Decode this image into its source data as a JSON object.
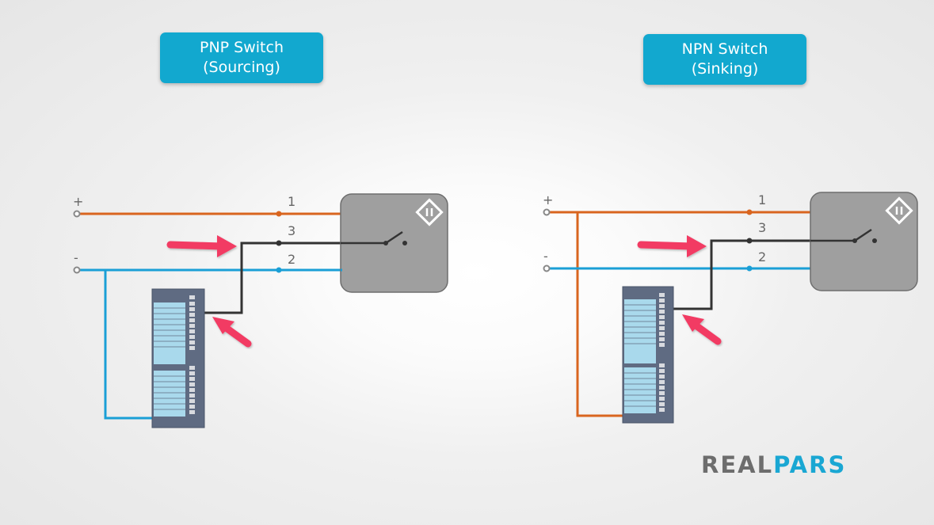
{
  "pnp": {
    "title_line1": "PNP Switch",
    "title_line2": "(Sourcing)",
    "plus_label": "+",
    "minus_label": "-",
    "wire1_label": "1",
    "wire3_label": "3",
    "wire2_label": "2"
  },
  "npn": {
    "title_line1": "NPN Switch",
    "title_line2": "(Sinking)",
    "plus_label": "+",
    "minus_label": "-",
    "wire1_label": "1",
    "wire3_label": "3",
    "wire2_label": "2"
  },
  "logo": {
    "real": "REAL",
    "pars": "PARS"
  },
  "colors": {
    "wire_positive": "#d9651f",
    "wire_negative": "#1a9fd6",
    "wire_signal": "#333333",
    "title_bg": "#12a8cf",
    "arrow": "#f23a63",
    "switch_body": "#9f9f9f",
    "module_body": "#5f6b82",
    "module_slot": "#a9d9ec"
  },
  "icons": {
    "switch_symbol": "proximity-sensor-icon",
    "arrow": "pink-arrow-icon"
  }
}
